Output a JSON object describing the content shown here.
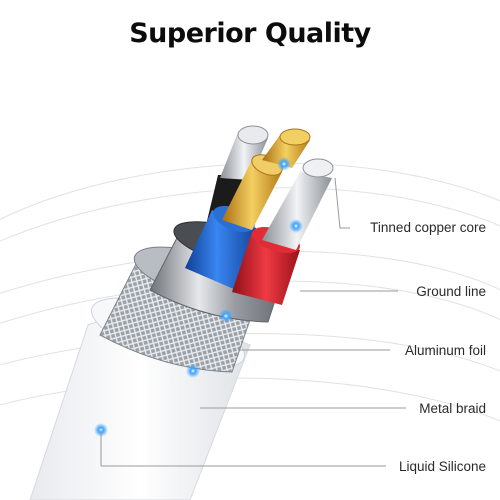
{
  "title": "Superior Quality",
  "labels": {
    "tinned_copper_core": "Tinned copper core",
    "ground_line": "Ground line",
    "aluminum_foil": "Aluminum foil",
    "metal_braid": "Metal braid",
    "liquid_silicone": "Liquid Silicone"
  },
  "colors": {
    "jacket": "#f4f5f7",
    "wire_blue": "#1f63c9",
    "wire_red": "#d11f2b",
    "wire_black": "#1b1b1b",
    "copper_gold": "#e3b23b",
    "tinned_silver": "#cfd3d8",
    "foil": "#a9adb3",
    "marker_dot": "#2f9bff"
  }
}
